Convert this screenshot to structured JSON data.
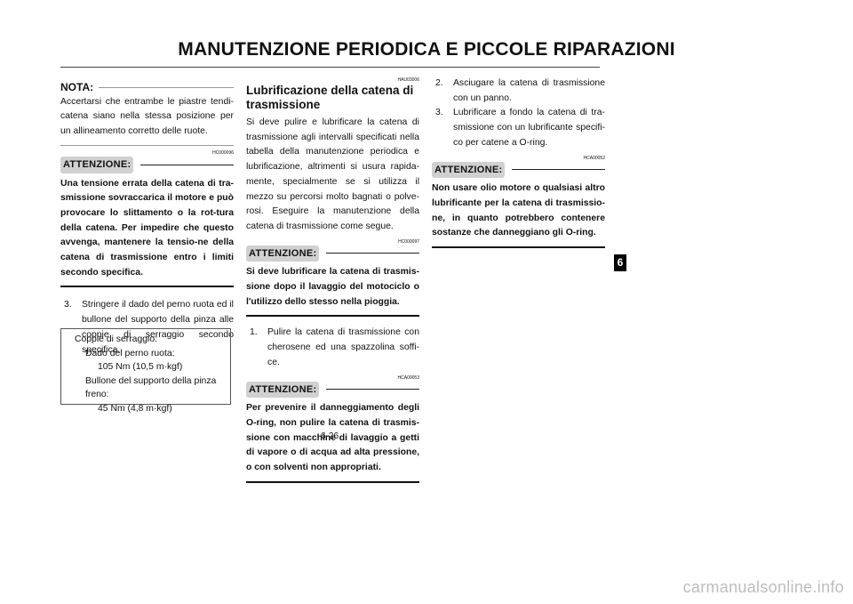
{
  "header": {
    "title": "MANUTENZIONE PERIODICA E PICCOLE RIPARAZIONI"
  },
  "left": {
    "nota_label": "NOTA:",
    "nota_text": "Accertarsi che entrambe le piastre tendi-catena siano nella stessa posizione per un allineamento corretto delle ruote.",
    "caution1": {
      "label": "ATTENZIONE:",
      "code": "HC000096",
      "text": "Una tensione errata della catena di tra-smissione sovraccarica il motore e può provocare lo slittamento o la rot-tura della catena. Per impedire che questo avvenga, mantenere la tensio-ne della catena di trasmissione entro i limiti secondo specifica."
    },
    "step3": {
      "num": "3.",
      "text": "Stringere il dado del perno ruota ed il bullone del supporto della pinza alle coppie di serraggio secondo specifica."
    },
    "spec": {
      "title": "Coppie di serraggio:",
      "item1": "Dado del perno ruota:",
      "value1": "105 Nm (10,5 m·kgf)",
      "item2": "Bullone del supporto della pinza freno:",
      "value2": "45 Nm (4,8 m·kgf)"
    }
  },
  "middle": {
    "code": "HAU03006",
    "title": "Lubrificazione della catena di trasmissione",
    "intro": "Si deve pulire e lubrificare la catena di trasmissione agli intervalli specificati nella tabella della manutenzione periodica e lubrificazione, altrimenti si usura rapida-mente, specialmente se si utilizza il mezzo su percorsi molto bagnati o polve-rosi. Eseguire la manutenzione della catena di trasmissione come segue.",
    "caution2": {
      "label": "ATTENZIONE:",
      "code": "HC000097",
      "text": "Si deve lubrificare la catena di trasmis-sione dopo il lavaggio del motociclo o l'utilizzo dello stesso nella pioggia."
    },
    "step1": {
      "num": "1.",
      "text": "Pulire la catena di trasmissione con cherosene ed una spazzolina soffi-ce."
    },
    "caution3": {
      "label": "ATTENZIONE:",
      "code": "HCA00053",
      "text": "Per prevenire il danneggiamento degli O-ring, non pulire la catena di trasmis-sione con macchine di lavaggio a getti di vapore o di acqua ad alta pressione, o con solventi non appropriati."
    }
  },
  "right": {
    "step2": {
      "num": "2.",
      "text": "Asciugare la catena di trasmissione con un panno."
    },
    "step3": {
      "num": "3.",
      "text": "Lubrificare a fondo la catena di tra-smissione con un lubrificante specifi-co per catene a O-ring."
    },
    "caution4": {
      "label": "ATTENZIONE:",
      "code": "HCA00052",
      "text": "Non usare olio motore o qualsiasi altro lubrificante per la catena di trasmissio-ne, in quanto potrebbero contenere sostanze che danneggiano gli O-ring."
    }
  },
  "footer": {
    "page_number": "6-26"
  },
  "section_tab": "6",
  "watermark": "carmanualsonline.info"
}
